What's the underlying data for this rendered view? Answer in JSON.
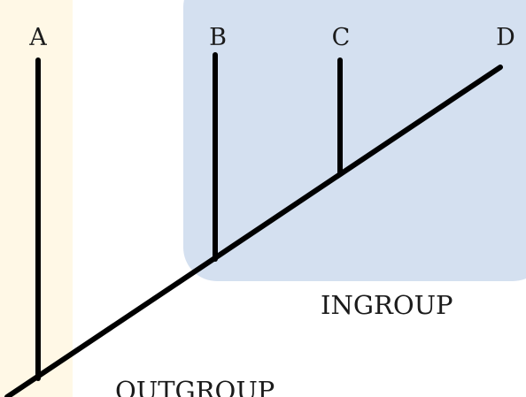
{
  "taxa": [
    {
      "label": "A"
    },
    {
      "label": "B"
    },
    {
      "label": "C"
    },
    {
      "label": "D"
    }
  ],
  "groups": {
    "ingroup_label": "INGROUP",
    "outgroup_label": "OUTGROUP"
  },
  "colors": {
    "outgroup_fill": "#fff8e6",
    "ingroup_fill": "#d4e0f0",
    "branch": "#000000",
    "text": "#1b1b1b"
  }
}
